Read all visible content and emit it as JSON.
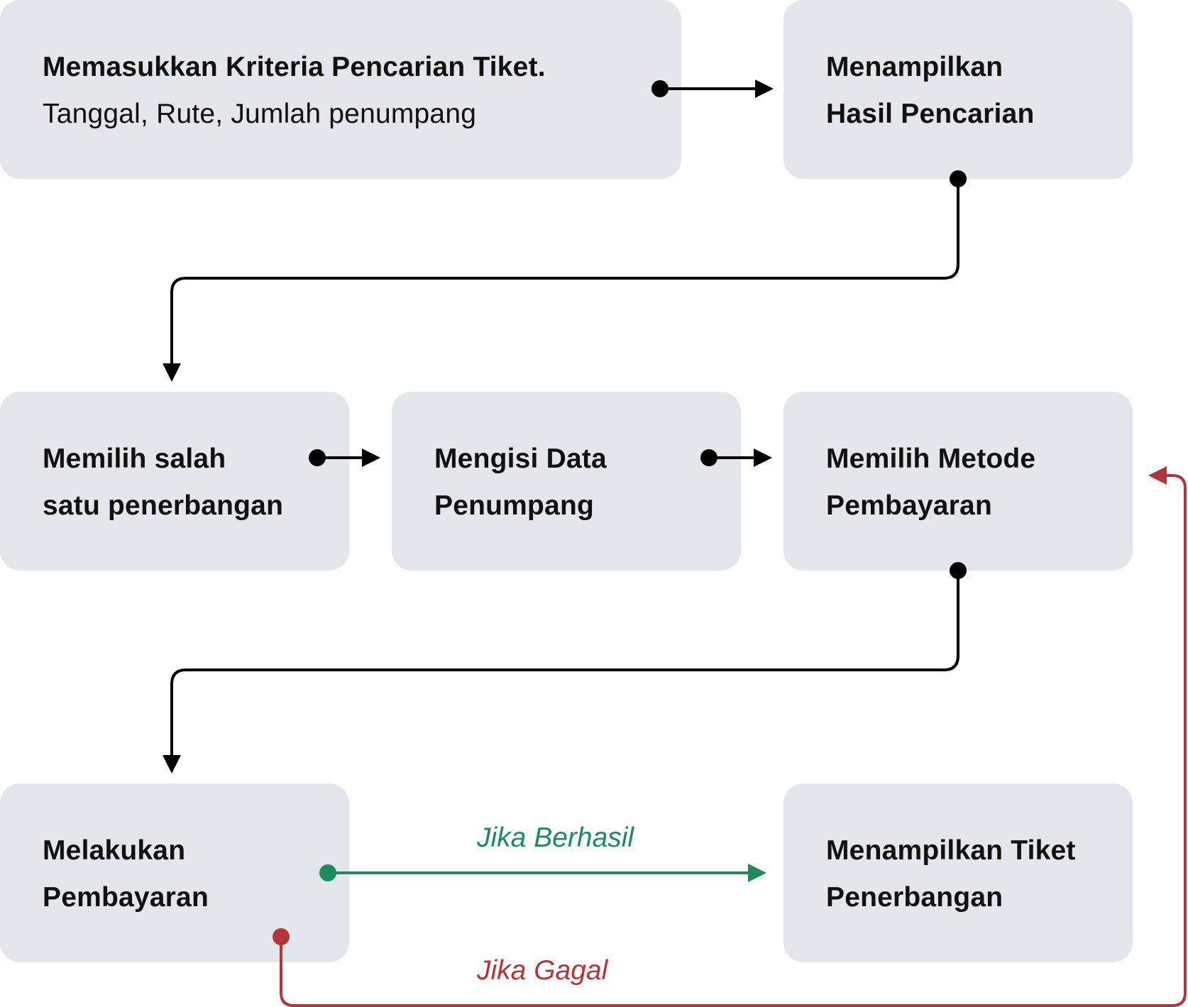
{
  "nodes": {
    "search_criteria": {
      "lines": [
        "Memasukkan Kriteria Pencarian Tiket."
      ],
      "sub": "Tanggal, Rute, Jumlah penumpang"
    },
    "show_results": {
      "lines": [
        "Menampilkan",
        "Hasil Pencarian"
      ]
    },
    "choose_flight": {
      "lines": [
        "Memilih salah",
        "satu penerbangan"
      ]
    },
    "fill_passenger": {
      "lines": [
        "Mengisi Data",
        "Penumpang"
      ]
    },
    "choose_payment": {
      "lines": [
        "Memilih Metode",
        "Pembayaran"
      ]
    },
    "make_payment": {
      "lines": [
        "Melakukan",
        "Pembayaran"
      ]
    },
    "show_ticket": {
      "lines": [
        "Menampilkan Tiket",
        "Penerbangan"
      ]
    }
  },
  "edges": {
    "success_label": "Jika Berhasil",
    "fail_label": "Jika Gagal"
  },
  "colors": {
    "node_fill": "#e3e6ea",
    "connector": "#000000",
    "success": "#1f8a5b",
    "fail": "#b3343a"
  }
}
